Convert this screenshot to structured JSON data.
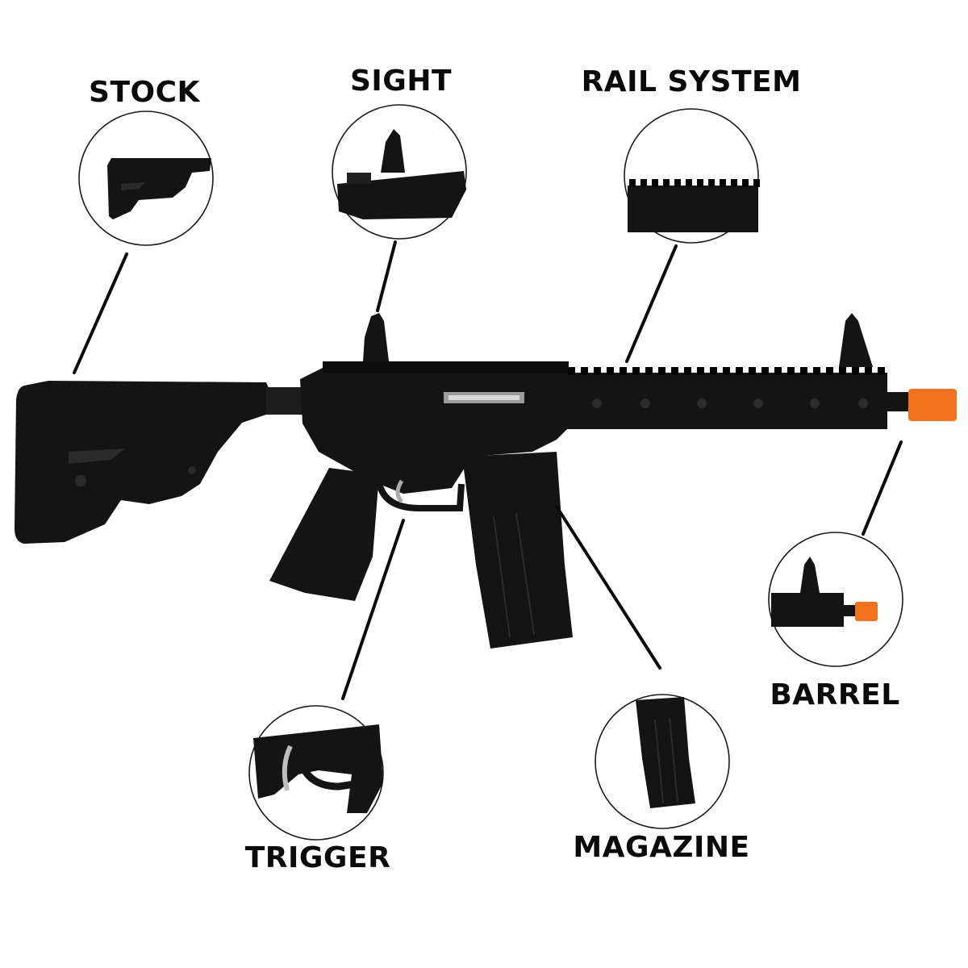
{
  "labels": {
    "stock": "STOCK",
    "sight": "SIGHT",
    "rail_system": "RAIL SYSTEM",
    "barrel": "BARREL",
    "trigger": "TRIGGER",
    "magazine": "MAGAZINE"
  },
  "colors": {
    "gun_body": "#141414",
    "gun_shade": "#262626",
    "rail_dark": "#0c0c0c",
    "muzzle_tip": "#f2711c",
    "leader_line": "#0a0a0a",
    "label_text": "#0a0a0a",
    "background": "#ffffff"
  }
}
